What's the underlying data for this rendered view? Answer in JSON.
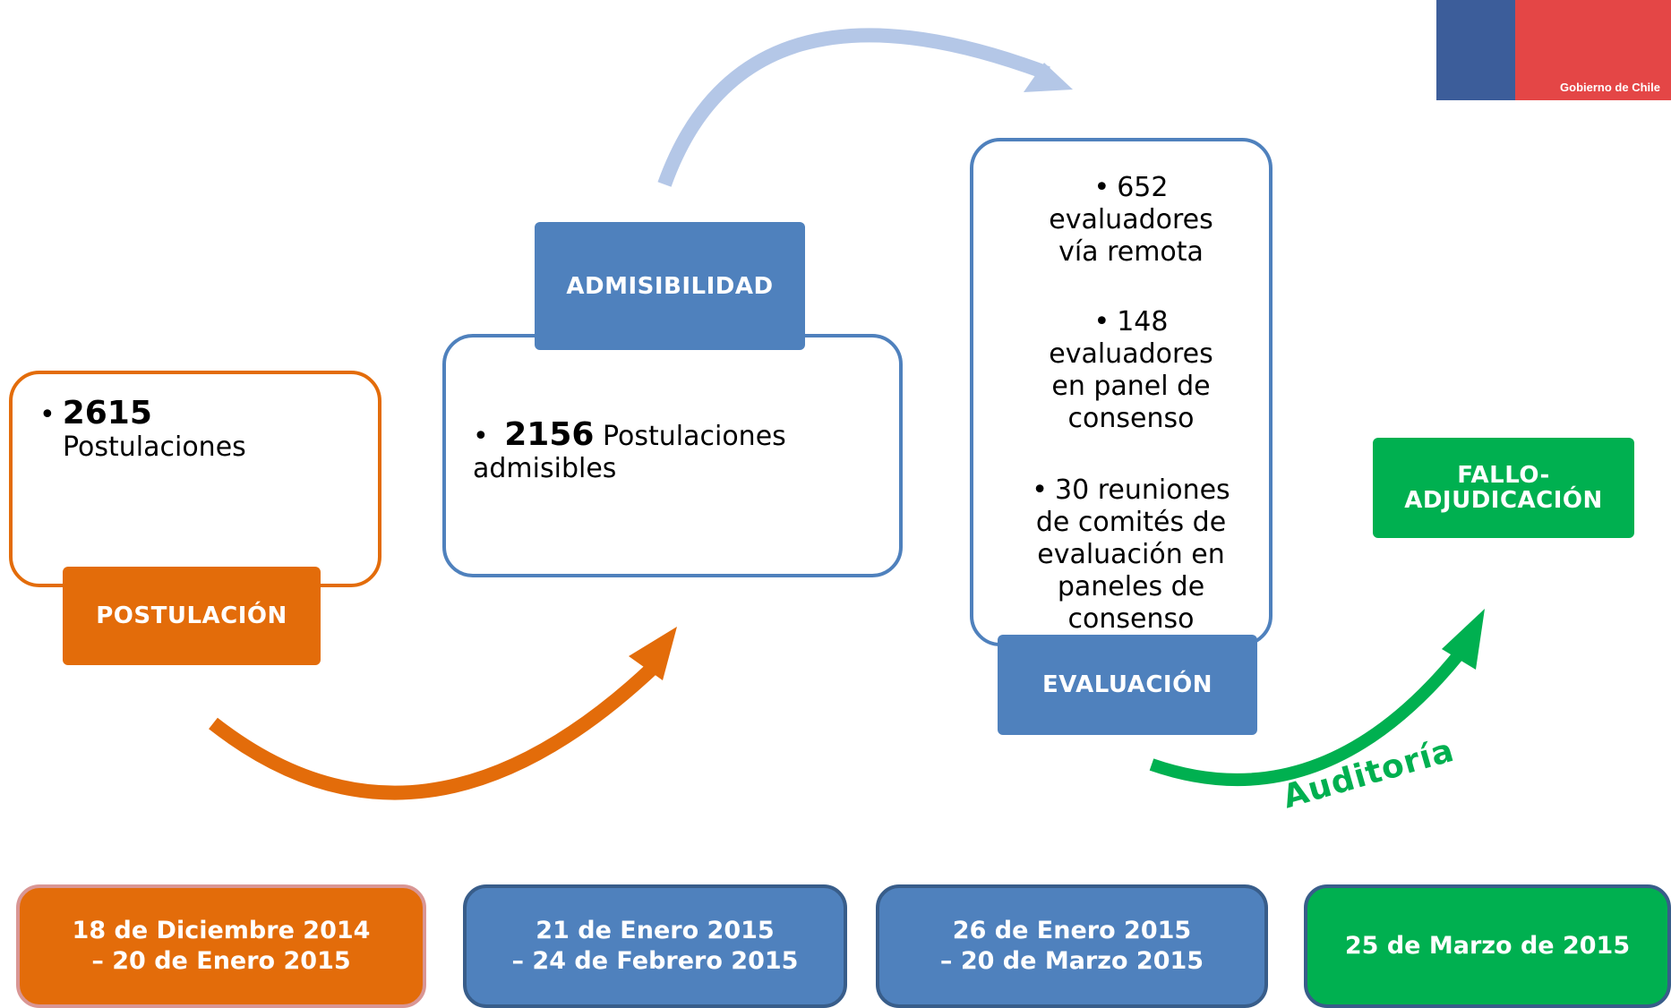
{
  "logo": {
    "text": "Gobierno de Chile"
  },
  "stages": {
    "postulacion": {
      "label": "POSTULACIÓN",
      "count": "2615",
      "text": "Postulaciones"
    },
    "admisibilidad": {
      "label": "ADMISIBILIDAD",
      "count": "2156",
      "text": "Postulaciones admisibles"
    },
    "evaluacion": {
      "label": "EVALUACIÓN",
      "items": [
        {
          "num": "652",
          "text": "evaluadores vía remota"
        },
        {
          "num": "148",
          "text": "evaluadores en panel de consenso"
        },
        {
          "num": "30",
          "text": "reuniones de comités de evaluación en paneles de consenso"
        }
      ]
    },
    "fallo": {
      "label_line1": "FALLO-",
      "label_line2": "ADJUDICACIÓN"
    }
  },
  "arrow_label": "Auditoría",
  "dates": [
    {
      "line1": "18 de  Diciembre 2014",
      "line2": "– 20 de Enero 2015"
    },
    {
      "line1": "21 de Enero 2015",
      "line2": "– 24 de Febrero 2015"
    },
    {
      "line1": "26 de Enero  2015",
      "line2": "– 20 de Marzo 2015"
    },
    {
      "line1": "25 de Marzo de 2015"
    }
  ],
  "colors": {
    "orange": "#e36c0a",
    "blue": "#4f81bd",
    "light_blue": "#b4c7e7",
    "green": "#00b050",
    "dark_blue_border": "#385d8a",
    "pink_border": "#d99694"
  }
}
